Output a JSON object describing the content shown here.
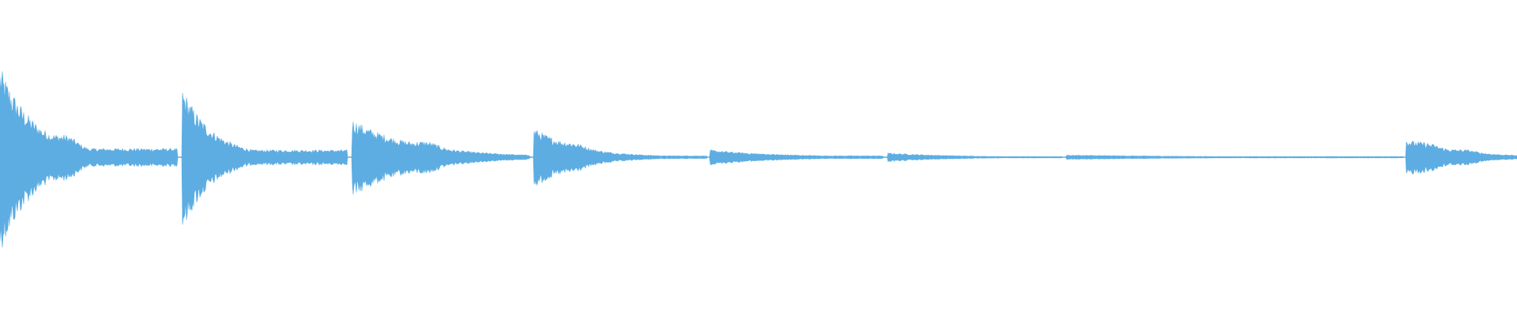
{
  "waveform": {
    "color": "#5dade2",
    "background": "#ffffff",
    "segments": [
      {
        "onset": 0.0,
        "end": 0.117,
        "peak": 0.62,
        "decay": 2.2,
        "tail": 0.06,
        "bumps": [
          [
            0.045,
            0.1
          ],
          [
            0.078,
            0.05
          ]
        ]
      },
      {
        "onset": 0.12,
        "end": 0.229,
        "peak": 0.48,
        "decay": 2.4,
        "tail": 0.05,
        "bumps": [
          [
            0.067,
            0.04
          ],
          [
            0.08,
            0.03
          ]
        ]
      },
      {
        "onset": 0.232,
        "end": 0.349,
        "peak": 0.26,
        "decay": 1.3,
        "tail": 0.01,
        "bumps": [
          [
            0.05,
            0.06
          ]
        ]
      },
      {
        "onset": 0.352,
        "end": 0.466,
        "peak": 0.2,
        "decay": 1.8,
        "tail": 0.01,
        "bumps": [
          [
            0.028,
            0.04
          ]
        ]
      },
      {
        "onset": 0.468,
        "end": 0.582,
        "peak": 0.05,
        "decay": 1.1,
        "tail": 0.01,
        "bumps": []
      },
      {
        "onset": 0.585,
        "end": 0.7,
        "peak": 0.03,
        "decay": 1.2,
        "tail": 0.005,
        "bumps": []
      },
      {
        "onset": 0.703,
        "end": 0.925,
        "peak": 0.015,
        "decay": 1.0,
        "tail": 0.005,
        "bumps": []
      },
      {
        "onset": 0.927,
        "end": 1.0,
        "peak": 0.12,
        "decay": 1.0,
        "tail": 0.005,
        "bumps": [
          [
            0.015,
            0.04
          ],
          [
            0.04,
            0.03
          ]
        ]
      }
    ]
  }
}
